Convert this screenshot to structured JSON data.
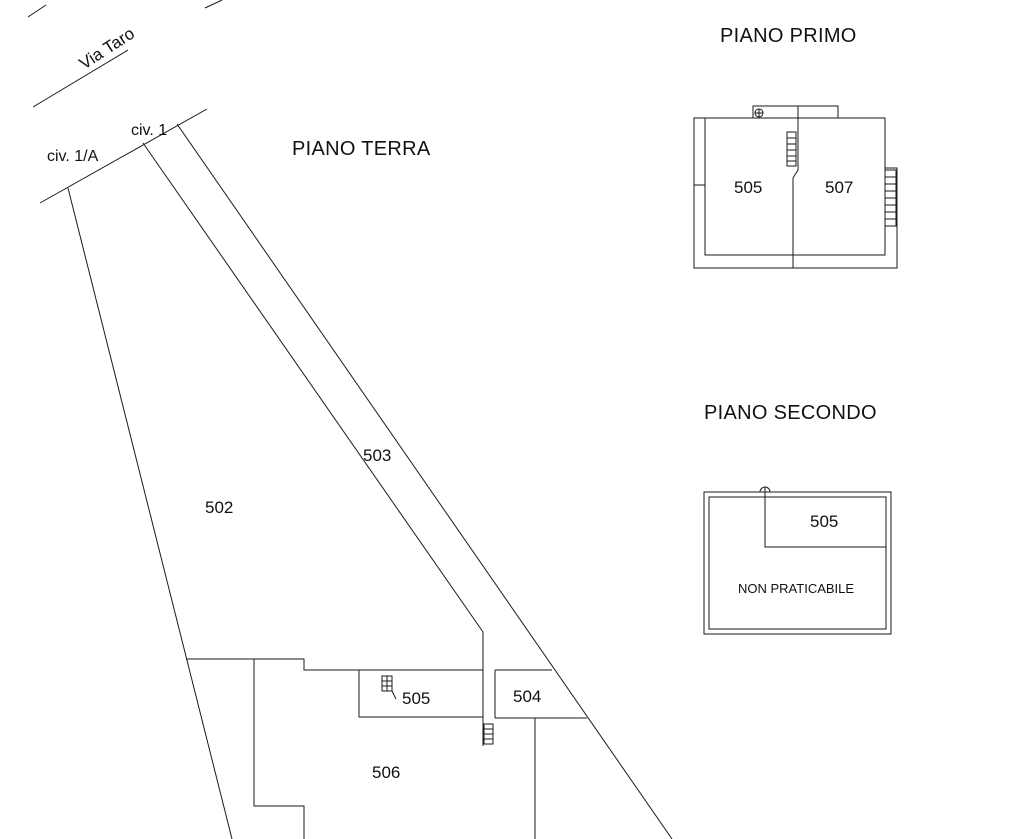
{
  "street": {
    "name": "Via Taro",
    "civ_1": "civ. 1",
    "civ_1a": "civ. 1/A"
  },
  "ground_floor": {
    "title": "PIANO TERRA",
    "units": {
      "u502": "502",
      "u503": "503",
      "u504": "504",
      "u505": "505",
      "u506": "506"
    }
  },
  "first_floor": {
    "title": "PIANO PRIMO",
    "units": {
      "u505": "505",
      "u507": "507"
    }
  },
  "second_floor": {
    "title": "PIANO SECONDO",
    "units": {
      "u505": "505"
    },
    "note": "NON PRATICABILE"
  }
}
